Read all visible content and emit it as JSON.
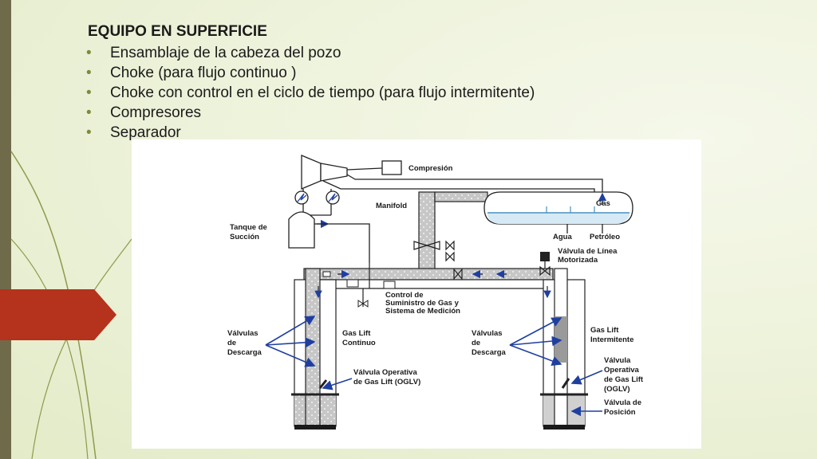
{
  "slide": {
    "title": "EQUIPO EN SUPERFICIE",
    "bullets": [
      "Ensamblaje de la cabeza del pozo",
      "Choke (para flujo continuo )",
      "Choke con control en el ciclo de tiempo (para flujo intermitente)",
      "Compresores",
      "Separador"
    ],
    "bullet_glyph": "•",
    "colors": {
      "accent_red": "#b5321c",
      "bar": "#6f6a4a",
      "bullet": "#7f8a3a"
    }
  },
  "diagram": {
    "labels": {
      "compresion": "Compresión",
      "manifold": "Manifold",
      "gas": "Gas",
      "agua": "Agua",
      "petroleo": "Petróleo",
      "tanque_1": "Tanque de",
      "tanque_2": "Succión",
      "valvula_motor_1": "Válvula de Línea",
      "valvula_motor_2": "Motorizada",
      "control_1": "Control de",
      "control_2": "Suministro de Gas y",
      "control_3": "Sistema de Medición",
      "vd_left_1": "Válvulas",
      "vd_left_2": "de",
      "vd_left_3": "Descarga",
      "glc_1": "Gas Lift",
      "glc_2": "Continuo",
      "vd_right_1": "Válvulas",
      "vd_right_2": "de",
      "vd_right_3": "Descarga",
      "gli_1": "Gas Lift",
      "gli_2": "Intermitente",
      "oglv_left_1": "Válvula Operativa",
      "oglv_left_2": "de Gas Lift (OGLV)",
      "oglv_right_1": "Válvula",
      "oglv_right_2": "Operativa",
      "oglv_right_3": "de Gas Lift",
      "oglv_right_4": "(OGLV)",
      "vpos_1": "Válvula de",
      "vpos_2": "Posición"
    }
  }
}
